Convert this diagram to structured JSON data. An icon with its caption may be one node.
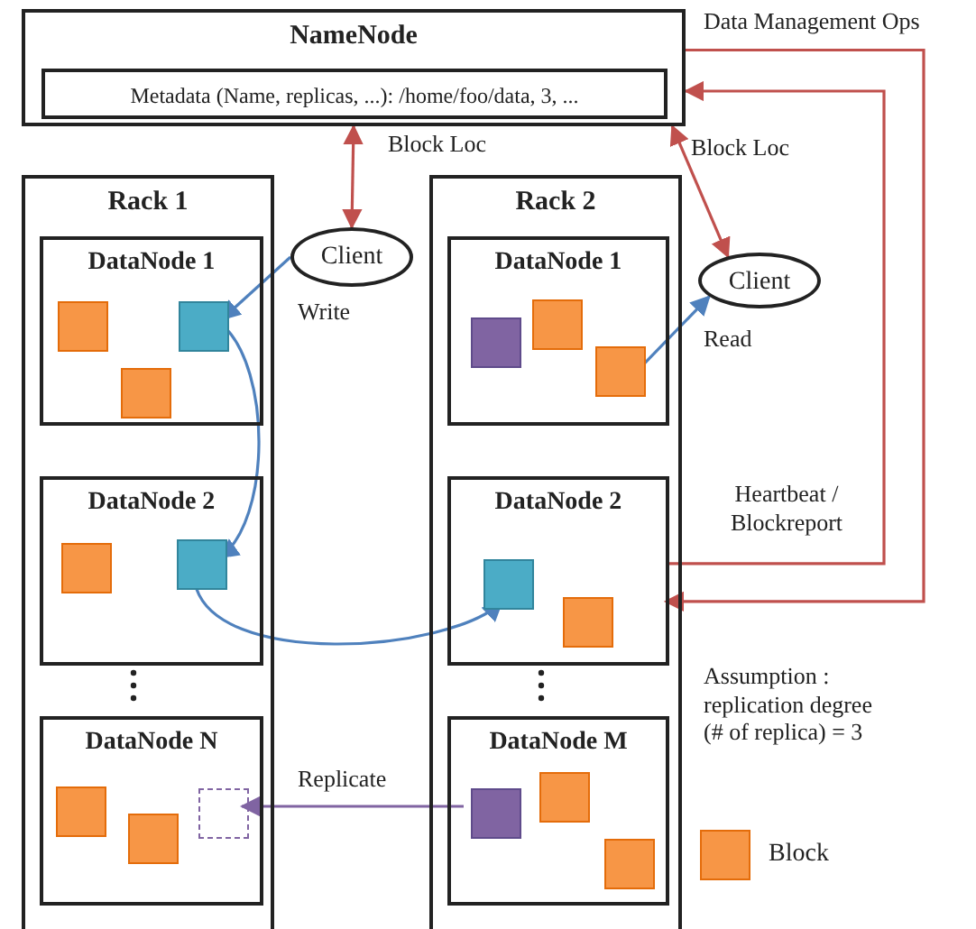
{
  "diagram": {
    "nodes": [
      {
        "text": [
          "NameNode"
        ]
      },
      {
        "text": [
          "Metadata (Name, replicas, ...): /home/foo/data, 3, ..."
        ],
        "in": 0
      },
      {
        "text": [
          "Rack 1"
        ]
      },
      {
        "text": [
          "DataNode 1"
        ],
        "in": 2
      },
      {
        "text": [],
        "shape": "box",
        "in": 3
      },
      {
        "text": [],
        "shape": "box",
        "in": 3
      },
      {
        "text": [],
        "shape": "box",
        "in": 3
      },
      {
        "text": [
          "DataNode 2"
        ],
        "in": 2
      },
      {
        "text": [],
        "shape": "box",
        "in": 7
      },
      {
        "text": [],
        "shape": "box",
        "in": 7
      },
      {
        "text": [
          "DataNode N"
        ],
        "in": 2
      },
      {
        "text": [],
        "shape": "box",
        "in": 10
      },
      {
        "text": [],
        "shape": "box",
        "in": 10
      },
      {
        "text": [],
        "shape": "box",
        "in": 10
      },
      {
        "text": [
          "Client"
        ]
      },
      {
        "text": [
          "Rack 2"
        ]
      },
      {
        "text": [
          "DataNode 1"
        ],
        "in": 15
      },
      {
        "text": [],
        "shape": "box",
        "in": 16
      },
      {
        "text": [],
        "shape": "box",
        "in": 16
      },
      {
        "text": [],
        "shape": "box",
        "in": 16
      },
      {
        "text": [
          "DataNode 2"
        ],
        "in": 15
      },
      {
        "text": [],
        "shape": "box",
        "in": 20
      },
      {
        "text": [],
        "shape": "box",
        "in": 20
      },
      {
        "text": [
          "DataNode M"
        ],
        "in": 15
      },
      {
        "text": [],
        "shape": "box",
        "in": 23
      },
      {
        "text": [],
        "shape": "box",
        "in": 23
      },
      {
        "text": [],
        "shape": "box",
        "in": 23
      },
      {
        "text": [
          "Client"
        ]
      }
    ],
    "edges": [
      {
        "from": 0,
        "to": 14,
        "arrow": "both",
        "label": "Block Loc",
        "color": "#c0504d"
      },
      {
        "from": 0,
        "to": 27,
        "arrow": "both",
        "label": "Block Loc",
        "color": "#c0504d"
      },
      {
        "from": 14,
        "to": 5,
        "arrow": "to",
        "label": "Write",
        "color": "#4f81bd"
      },
      {
        "from": 5,
        "to": 9,
        "arrow": "to",
        "color": "#4f81bd"
      },
      {
        "from": 9,
        "to": 21,
        "arrow": "to",
        "color": "#4f81bd"
      },
      {
        "from": 19,
        "to": 27,
        "arrow": "to",
        "label": "Read",
        "color": "#4f81bd"
      },
      {
        "from": 0,
        "to": 20,
        "arrow": "to",
        "label": "Data Management Ops",
        "color": "#c0504d"
      },
      {
        "from": 20,
        "to": 0,
        "arrow": "to",
        "label": "Heartbeat / Blockreport",
        "color": "#c0504d"
      },
      {
        "from": 24,
        "to": 13,
        "arrow": "to",
        "label": "Replicate",
        "color": "#8064a2"
      }
    ],
    "labels": [
      "Assumption : replication degree (# of replica) = 3"
    ],
    "legend": [
      {
        "text": "Block",
        "color": "#f79646"
      }
    ]
  }
}
